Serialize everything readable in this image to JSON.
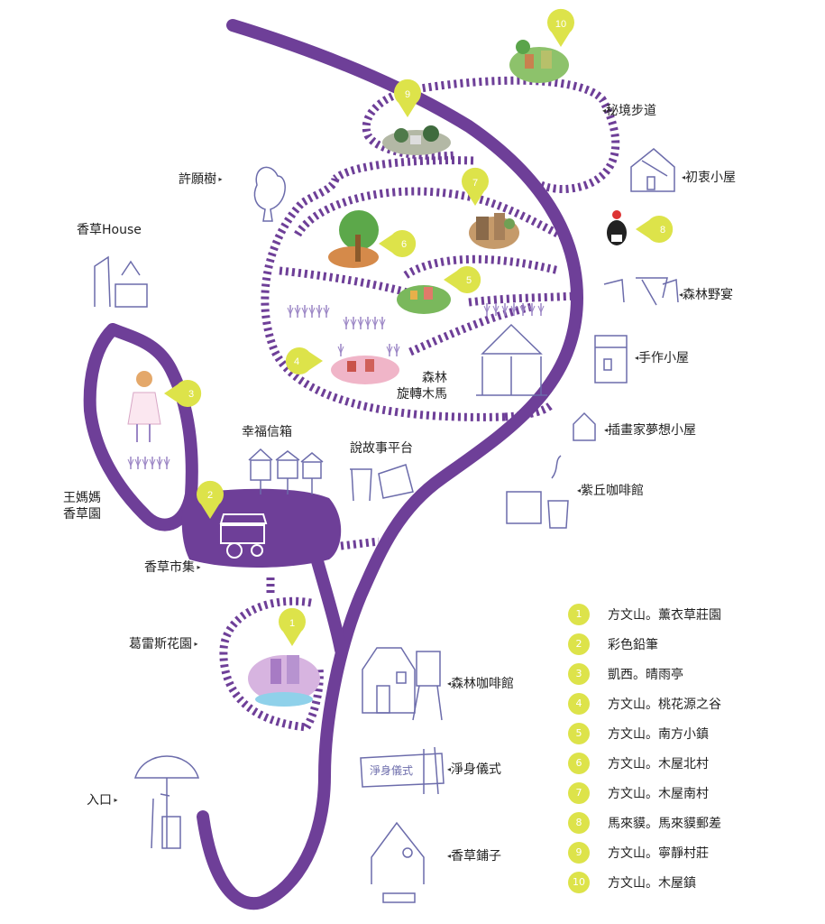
{
  "colors": {
    "path": "#6e3f98",
    "lavender": "#9b86c5",
    "marker": "#dde34a",
    "sketch": "#6c6cab"
  },
  "labels": {
    "secret_trail": "秘境步道",
    "first_cabin": "初衷小屋",
    "wishing_tree": "許願樹",
    "herb_house": "香草House",
    "forest_picnic": "森林野宴",
    "handmade_cabin": "手作小屋",
    "carousel_line1": "森林",
    "carousel_line2": "旋轉木馬",
    "illustrator_house": "插畫家夢想小屋",
    "mailbox": "幸福信箱",
    "story_platform": "說故事平台",
    "zigiu_cafe": "紫丘咖啡館",
    "wang_line1": "王媽媽",
    "wang_line2": "香草園",
    "herb_market": "香草市集",
    "greys_garden": "葛雷斯花園",
    "forest_cafe": "森林咖啡館",
    "purify": "淨身儀式",
    "entrance": "入口",
    "herb_shop": "香草鋪子",
    "sign_text": "淨身儀式"
  },
  "markers": {
    "m1": "1",
    "m2": "2",
    "m3": "3",
    "m4": "4",
    "m5": "5",
    "m6": "6",
    "m7": "7",
    "m8": "8",
    "m9": "9",
    "m10": "10"
  },
  "legend": [
    {
      "num": "1",
      "text": "方文山。薰衣草莊園"
    },
    {
      "num": "2",
      "text": "彩色鉛筆"
    },
    {
      "num": "3",
      "text": "凱西。晴雨亭"
    },
    {
      "num": "4",
      "text": "方文山。桃花源之谷"
    },
    {
      "num": "5",
      "text": "方文山。南方小鎮"
    },
    {
      "num": "6",
      "text": "方文山。木屋北村"
    },
    {
      "num": "7",
      "text": "方文山。木屋南村"
    },
    {
      "num": "8",
      "text": "馬來貘。馬來貘郵差"
    },
    {
      "num": "9",
      "text": "方文山。寧靜村莊"
    },
    {
      "num": "10",
      "text": "方文山。木屋鎮"
    }
  ]
}
